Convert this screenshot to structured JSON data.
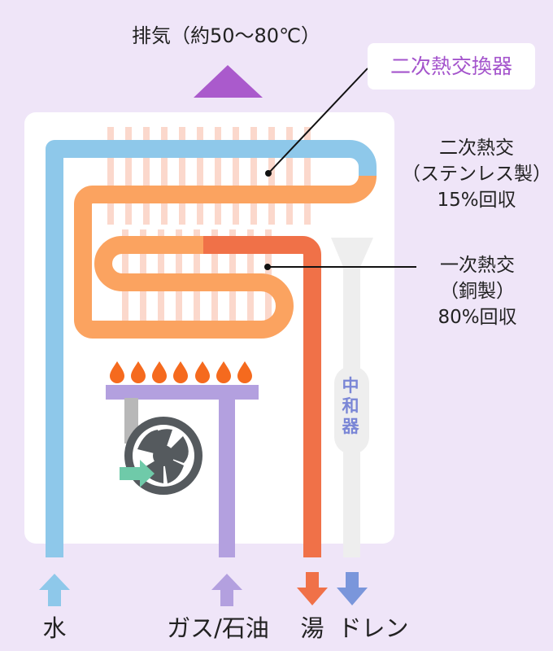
{
  "exhaust": {
    "label": "排気（約50〜80℃）"
  },
  "callouts": {
    "exchanger_tag": "二次熱交換器",
    "secondary": {
      "line1": "二次熱交",
      "line2": "（ステンレス製）",
      "line3": "15%回収"
    },
    "primary": {
      "line1": "一次熱交",
      "line2": "（銅製）",
      "line3": "80%回収"
    }
  },
  "neutralizer": {
    "label": "中和器"
  },
  "bottom_labels": {
    "water": "水",
    "gas_oil": "ガス/石油",
    "hot_water": "湯",
    "drain": "ドレン"
  },
  "colors": {
    "background": "#efe5f8",
    "housing": "#ffffff",
    "water_pipe": "#8ec8ea",
    "warm_pipe": "#fba360",
    "hot_pipe": "#f07148",
    "fins": "#fbd8cc",
    "gas_pipe": "#b3a0df",
    "neutralizer": "#eeeeee",
    "flame": "#f56a1e",
    "fan": "#555a5e",
    "air_arrow": "#6fcaa9",
    "drain_arrow": "#7a96db",
    "exhaust_arrow": "#aa5acc",
    "tag_text": "#a454cc"
  }
}
